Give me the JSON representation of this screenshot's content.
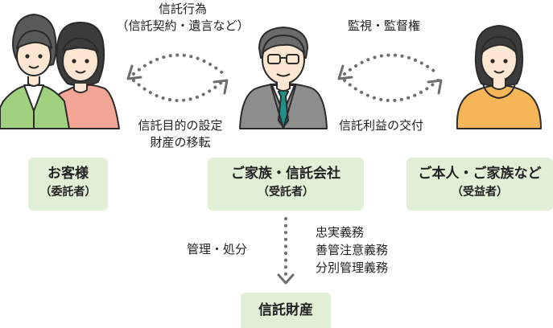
{
  "labels": {
    "trust_act_line1": "信託行為",
    "trust_act_line2": "（信託契約・遺言など）",
    "supervision": "監視・監督権",
    "trust_purpose_line1": "信託目的の設定",
    "trust_purpose_line2": "財産の移転",
    "benefit_delivery": "信託利益の交付",
    "manage_dispose": "管理・処分",
    "duty_1": "忠実義務",
    "duty_2": "善管注意義務",
    "duty_3": "分別管理義務"
  },
  "boxes": {
    "settlor": {
      "title": "お客様",
      "role": "（委託者）"
    },
    "trustee": {
      "title": "ご家族・信託会社",
      "role": "（受託者）"
    },
    "beneficiary": {
      "title": "ご本人・ご家族など",
      "role": "（受益者）"
    },
    "trust_property": {
      "title": "信託財産"
    }
  },
  "colors": {
    "box_fill": "#e1efd6",
    "arrow": "#6e6e6e",
    "outline": "#2b2b2b",
    "jacket_green": "#9fd17e",
    "shirt_pink": "#f3a596",
    "suit_gray": "#8d8d8d",
    "tie_teal": "#1f8f8a",
    "sweater_orange": "#f6b657",
    "skin": "#fde7d3"
  }
}
